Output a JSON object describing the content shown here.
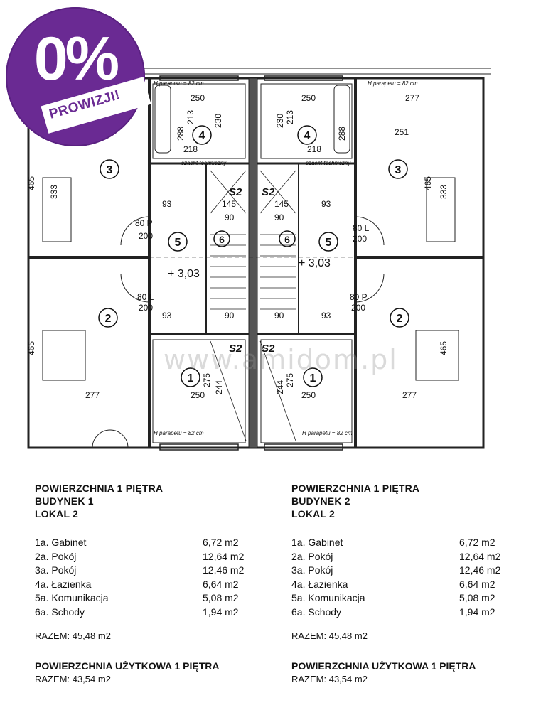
{
  "badge": {
    "percent": "0%",
    "label": "PROWIZJI!"
  },
  "watermark": "www.amidom.pl",
  "plan": {
    "room_numbers": [
      "1",
      "2",
      "3",
      "4",
      "5",
      "6"
    ],
    "level_mark": "+ 3,03",
    "parapet_label": "H parapetu = 82 cm",
    "shaft_label": "szacht techniczny",
    "stair_mark": "S2",
    "door_left": "80 L",
    "door_right": "80 P",
    "door_height": "200",
    "dims": {
      "a": "250",
      "b": "277",
      "c": "288",
      "d": "213",
      "e": "230",
      "f": "218",
      "g": "465",
      "h": "333",
      "i": "251",
      "j": "93",
      "k": "145",
      "l": "90",
      "m": "275",
      "n": "244"
    }
  },
  "sections": [
    {
      "title": "POWIERZCHNIA 1 PIĘTRA",
      "building": "BUDYNEK 1",
      "unit": "LOKAL 2",
      "rooms": [
        {
          "name": "1a. Gabinet",
          "area": "6,72 m2"
        },
        {
          "name": "2a. Pokój",
          "area": "12,64 m2"
        },
        {
          "name": "3a. Pokój",
          "area": "12,46 m2"
        },
        {
          "name": "4a. Łazienka",
          "area": "6,64 m2"
        },
        {
          "name": "5a. Komunikacja",
          "area": "5,08 m2"
        },
        {
          "name": "6a. Schody",
          "area": "1,94 m2"
        }
      ],
      "total": "RAZEM:  45,48 m2",
      "usable_title": "POWIERZCHNIA UŻYTKOWA 1 PIĘTRA",
      "usable_total": "RAZEM:  43,54 m2"
    },
    {
      "title": "POWIERZCHNIA 1 PIĘTRA",
      "building": "BUDYNEK 2",
      "unit": "LOKAL 2",
      "rooms": [
        {
          "name": "1a. Gabinet",
          "area": "6,72 m2"
        },
        {
          "name": "2a. Pokój",
          "area": "12,64 m2"
        },
        {
          "name": "3a. Pokój",
          "area": "12,46 m2"
        },
        {
          "name": "4a. Łazienka",
          "area": "6,64 m2"
        },
        {
          "name": "5a. Komunikacja",
          "area": "5,08 m2"
        },
        {
          "name": "6a. Schody",
          "area": "1,94 m2"
        }
      ],
      "total": "RAZEM:  45,48 m2",
      "usable_title": "POWIERZCHNIA UŻYTKOWA 1 PIĘTRA",
      "usable_total": "RAZEM:  43,54 m2"
    }
  ]
}
